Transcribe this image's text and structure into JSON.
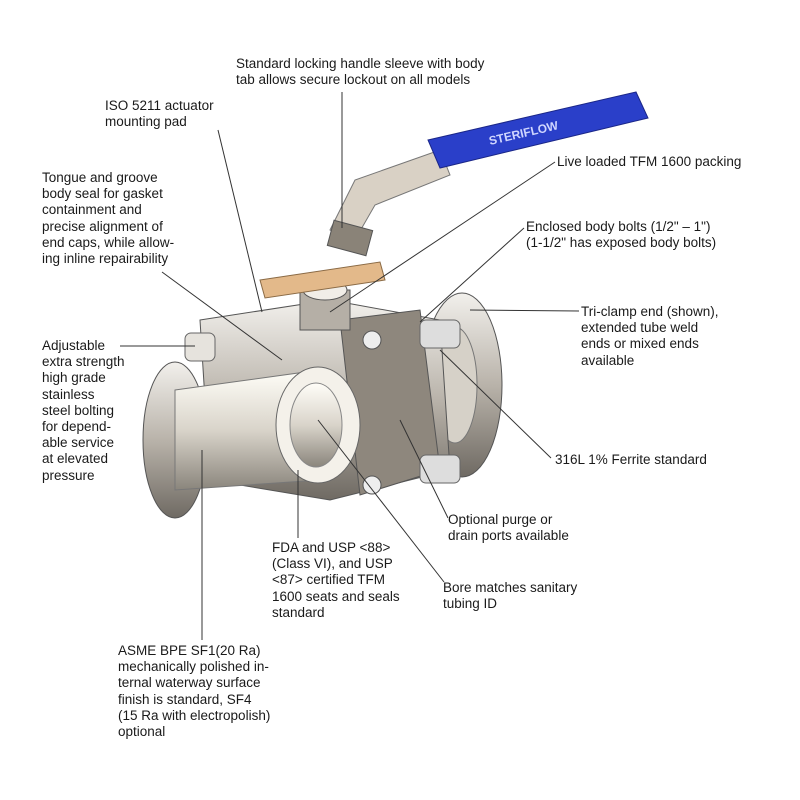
{
  "handle_brand": "STERIFLOW",
  "colors": {
    "handle": "#2a3fc9",
    "steel": "#c9c4bc",
    "bronze": "#e3b98a",
    "line": "#333333"
  },
  "callouts": {
    "handle_sleeve": "Standard locking handle sleeve with body\ntab allows secure lockout on all models",
    "iso_pad": "ISO 5211 actuator\nmounting pad",
    "tongue_groove": "Tongue and groove\nbody seal for gasket\ncontainment and\nprecise alignment of\nend caps, while allow-\ning inline repairability",
    "live_loaded": "Live loaded TFM 1600 packing",
    "enclosed_bolts": "Enclosed body bolts (1/2\" – 1\")\n(1-1/2\" has exposed body bolts)",
    "tri_clamp": "Tri-clamp end (shown),\nextended tube weld\nends or mixed ends\navailable",
    "adjustable_bolting": "Adjustable\nextra strength\nhigh grade\nstainless\nsteel bolting\nfor depend-\nable service\nat elevated\npressure",
    "ferrite": "316L 1% Ferrite standard",
    "purge_ports": "Optional purge or\ndrain ports available",
    "fda_usp": "FDA and USP <88>\n(Class VI), and USP\n<87> certified TFM\n1600 seats and seals\nstandard",
    "bore": "Bore matches sanitary\ntubing ID",
    "asme": "ASME BPE SF1(20 Ra)\nmechanically polished in-\nternal waterway surface\nfinish is standard, SF4\n(15 Ra with electropolish)\noptional"
  }
}
